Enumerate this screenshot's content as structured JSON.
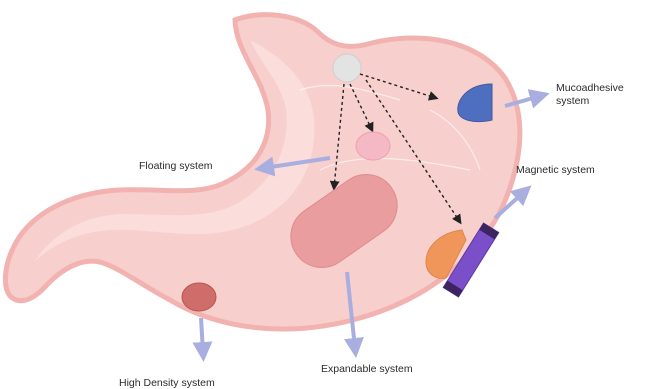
{
  "labels": {
    "mucoadhesive_line1": "Mucoadhesive",
    "mucoadhesive_line2": "system",
    "magnetic": "Magnetic system",
    "floating": "Floating system",
    "expandable": "Expandable system",
    "high_density": "High Density system"
  },
  "colors": {
    "stomach_fill": "#f7cfcd",
    "stomach_outline": "#f2b2b0",
    "inner_lining": "#fbe0de",
    "central_particle": "#e3e3e3",
    "floating_particle": "#f4b9c4",
    "expandable_device": "#e99d9f",
    "mucoadhesive_device": "#4e6fbf",
    "magnetic_device": "#f0965a",
    "magnet": "#7b4fc9",
    "magnet_tip": "#3b2460",
    "high_density_particle": "#cf6d6a",
    "arrow": "#a9aee0",
    "dotted_arrow": "#222222"
  }
}
